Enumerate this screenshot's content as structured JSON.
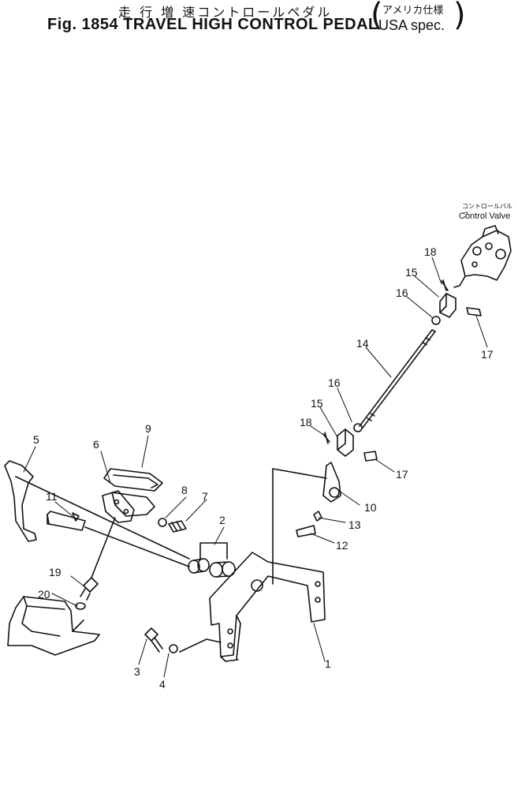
{
  "title": {
    "japanese": "走 行 増 速コントロールペダル",
    "english": "Fig. 1854 TRAVEL HIGH CONTROL PEDAL",
    "spec_japanese": "アメリカ仕様",
    "spec_english": "USA spec."
  },
  "annotations": {
    "control_valve_jp": "コントロールバルブ",
    "control_valve_en": "Control Valve"
  },
  "callouts": [
    "1",
    "2",
    "3",
    "4",
    "5",
    "6",
    "7",
    "8",
    "9",
    "10",
    "11",
    "12",
    "13",
    "14",
    "15",
    "15",
    "16",
    "16",
    "17",
    "17",
    "18",
    "18",
    "19",
    "20"
  ]
}
